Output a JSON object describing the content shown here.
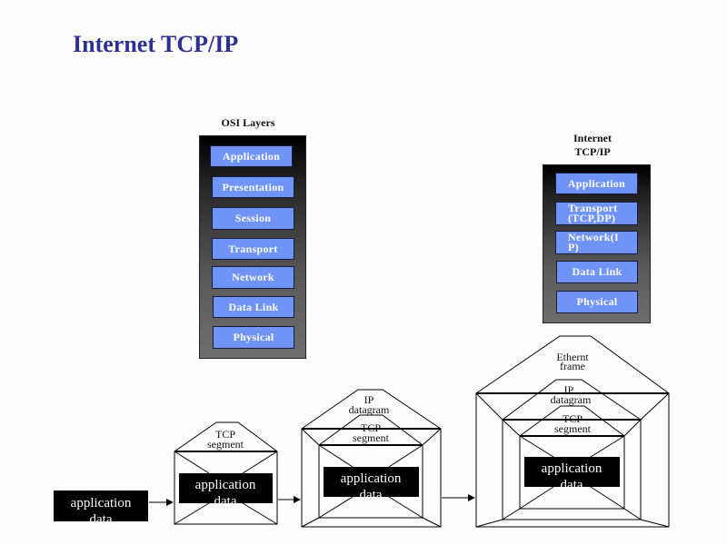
{
  "title": "Internet TCP/IP",
  "osi": {
    "title": "OSI Layers",
    "layers": [
      "Application",
      "Presentation",
      "Session",
      "Transport",
      "Network",
      "Data Link",
      "Physical"
    ]
  },
  "tcpip": {
    "title_line1": "Internet",
    "title_line2": "TCP/IP",
    "layers": [
      {
        "line1": "Application",
        "line2": ""
      },
      {
        "line1": "Transport",
        "line2": "(TCP,DP)"
      },
      {
        "line1": "Network(I",
        "line2": "P)"
      },
      {
        "line1": "Data Link",
        "line2": ""
      },
      {
        "line1": "Physical",
        "line2": ""
      }
    ]
  },
  "encapsulation": {
    "app_data_line1": "application",
    "app_data_line2": "data",
    "tcp_line1": "TCP",
    "tcp_line2": "segment",
    "ip_line1": "IP",
    "ip_line2": "datagram",
    "eth_line1": "Ethernt",
    "eth_line2": "frame"
  },
  "colors": {
    "title": "#2e3192",
    "layer_fill": "#6f93f6"
  }
}
